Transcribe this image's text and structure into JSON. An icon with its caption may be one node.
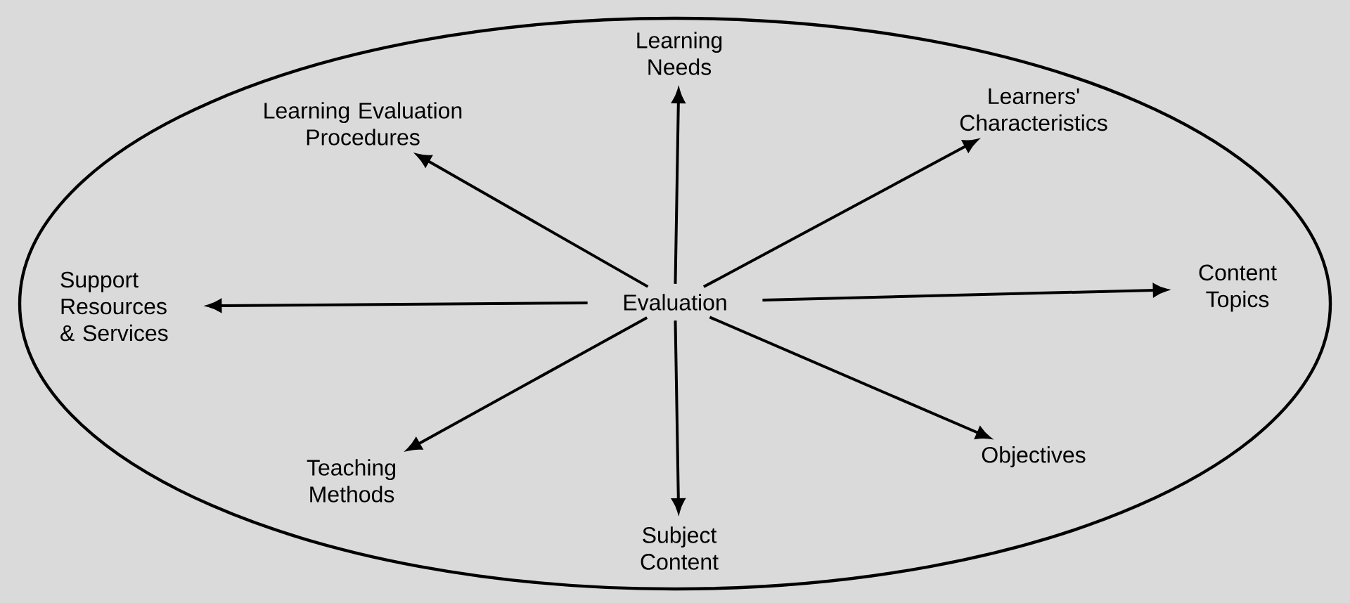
{
  "diagram": {
    "nodes": [
      {
        "text": [
          "Learning Needs"
        ]
      },
      {
        "text": [
          "Learning Evaluation Procedures"
        ]
      },
      {
        "text": [
          "Learners' Characteristics"
        ]
      },
      {
        "text": [
          "Support Resources & Services"
        ]
      },
      {
        "text": [
          "Evaluation"
        ]
      },
      {
        "text": [
          "Content Topics"
        ]
      },
      {
        "text": [
          "Teaching Methods"
        ]
      },
      {
        "text": [
          "Objectives"
        ]
      },
      {
        "text": [
          "Subject Content"
        ]
      }
    ],
    "edges": [
      {
        "from": 4,
        "to": 0,
        "arrow": "to"
      },
      {
        "from": 4,
        "to": 1,
        "arrow": "to"
      },
      {
        "from": 4,
        "to": 2,
        "arrow": "to"
      },
      {
        "from": 4,
        "to": 3,
        "arrow": "to"
      },
      {
        "from": 4,
        "to": 5,
        "arrow": "to"
      },
      {
        "from": 4,
        "to": 6,
        "arrow": "to"
      },
      {
        "from": 4,
        "to": 7,
        "arrow": "to"
      },
      {
        "from": 4,
        "to": 8,
        "arrow": "to"
      }
    ]
  }
}
